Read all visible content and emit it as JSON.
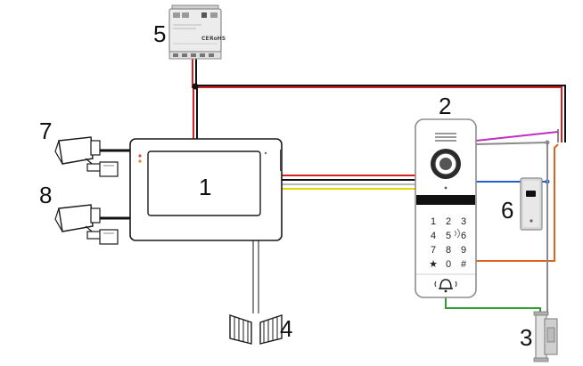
{
  "labels": {
    "monitor": "1",
    "door_station": "2",
    "electric_lock": "3",
    "gate": "4",
    "power_supply": "5",
    "exit_button": "6",
    "camera_upper": "7",
    "camera_lower": "8"
  },
  "keypad": [
    "1",
    "2",
    "3",
    "4",
    "5",
    "6",
    "7",
    "8",
    "9",
    "★",
    "0",
    "#"
  ],
  "power_supply_text": [
    "CE",
    "RoHS"
  ],
  "wire_colors": {
    "red": "#d42020",
    "black": "#111111",
    "yellow": "#e8d400",
    "magenta": "#c030c0",
    "blue": "#1f5fd0",
    "orange": "#e06020",
    "green": "#2ea030",
    "gray": "#8a8a8a"
  }
}
